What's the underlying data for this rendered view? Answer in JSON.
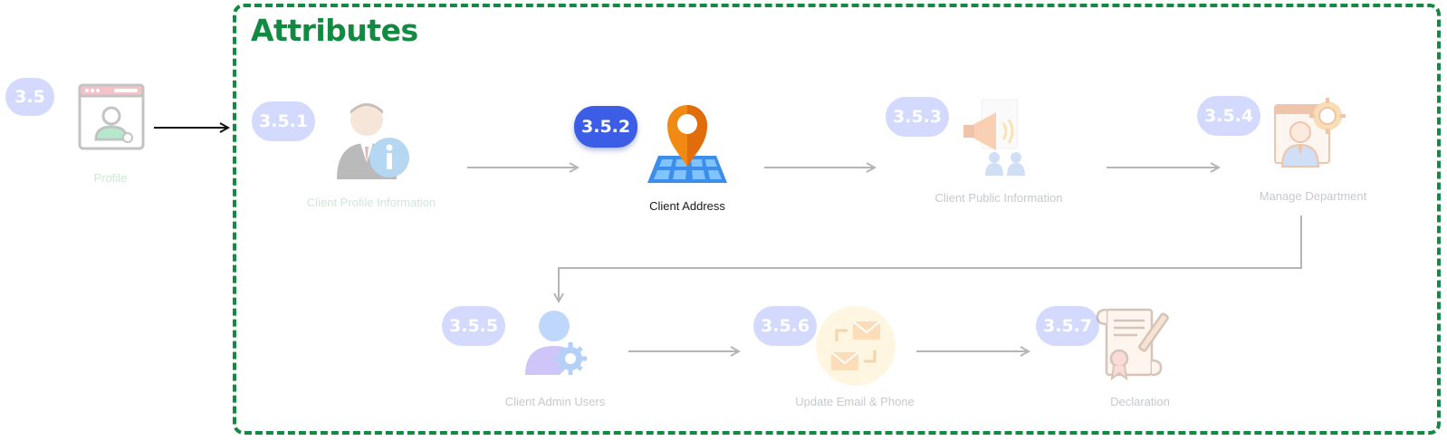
{
  "group": {
    "title": "Attributes"
  },
  "profile": {
    "badge": "3.5",
    "label": "Profile",
    "icon": "profile-window-icon"
  },
  "steps": [
    {
      "badge": "3.5.1",
      "label": "Client Profile Information",
      "icon": "person-info-icon",
      "active": false
    },
    {
      "badge": "3.5.2",
      "label": "Client Address",
      "icon": "map-pin-icon",
      "active": true
    },
    {
      "badge": "3.5.3",
      "label": "Client Public Information",
      "icon": "megaphone-icon",
      "active": false
    },
    {
      "badge": "3.5.4",
      "label": "Manage Department",
      "icon": "manager-gear-icon",
      "active": false
    },
    {
      "badge": "3.5.5",
      "label": "Client Admin Users",
      "icon": "user-gear-icon",
      "active": false
    },
    {
      "badge": "3.5.6",
      "label": "Update Email & Phone",
      "icon": "email-exchange-icon",
      "active": false
    },
    {
      "badge": "3.5.7",
      "label": "Declaration",
      "icon": "certificate-scroll-icon",
      "active": false
    }
  ],
  "colors": {
    "group_border": "#138a42",
    "badge_inactive": "#d3dafd",
    "badge_active": "#3c5ee6",
    "arrow": "#b5b5b5"
  }
}
